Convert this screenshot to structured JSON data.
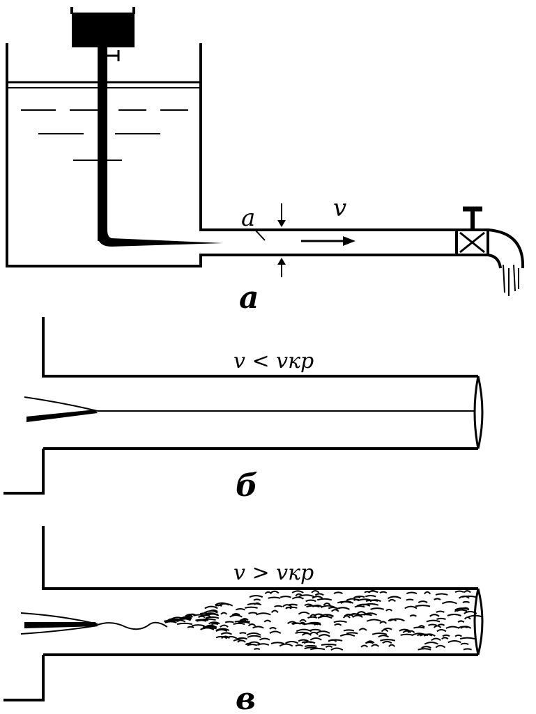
{
  "panel_a": {
    "caption": "а",
    "point_label": "a",
    "velocity_label": "v"
  },
  "panel_b": {
    "caption": "б",
    "condition": "v < vкр"
  },
  "panel_c": {
    "caption": "в",
    "condition": "v > vкр"
  },
  "colors": {
    "ink": "#000000",
    "paper": "#ffffff"
  }
}
